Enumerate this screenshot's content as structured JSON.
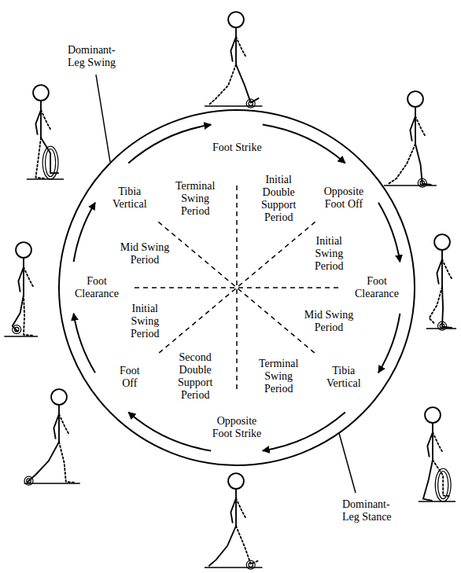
{
  "diagram": {
    "labels": [
      "Dominant-Leg Swing",
      "Foot Strike",
      "Initial Double Support Period",
      "Opposite Foot Off",
      "Initial Swing Period",
      "Foot Clearance",
      "Mid Swing Period",
      "Tibia Vertical",
      "Terminal Swing Period",
      "Opposite Foot Strike",
      "Second Double Support Period",
      "Foot Off",
      "Initial Swing Period",
      "Foot Clearance",
      "Mid Swing Period",
      "Tibia Vertical",
      "Terminal Swing Period",
      "Dominant-Leg Stance"
    ]
  }
}
